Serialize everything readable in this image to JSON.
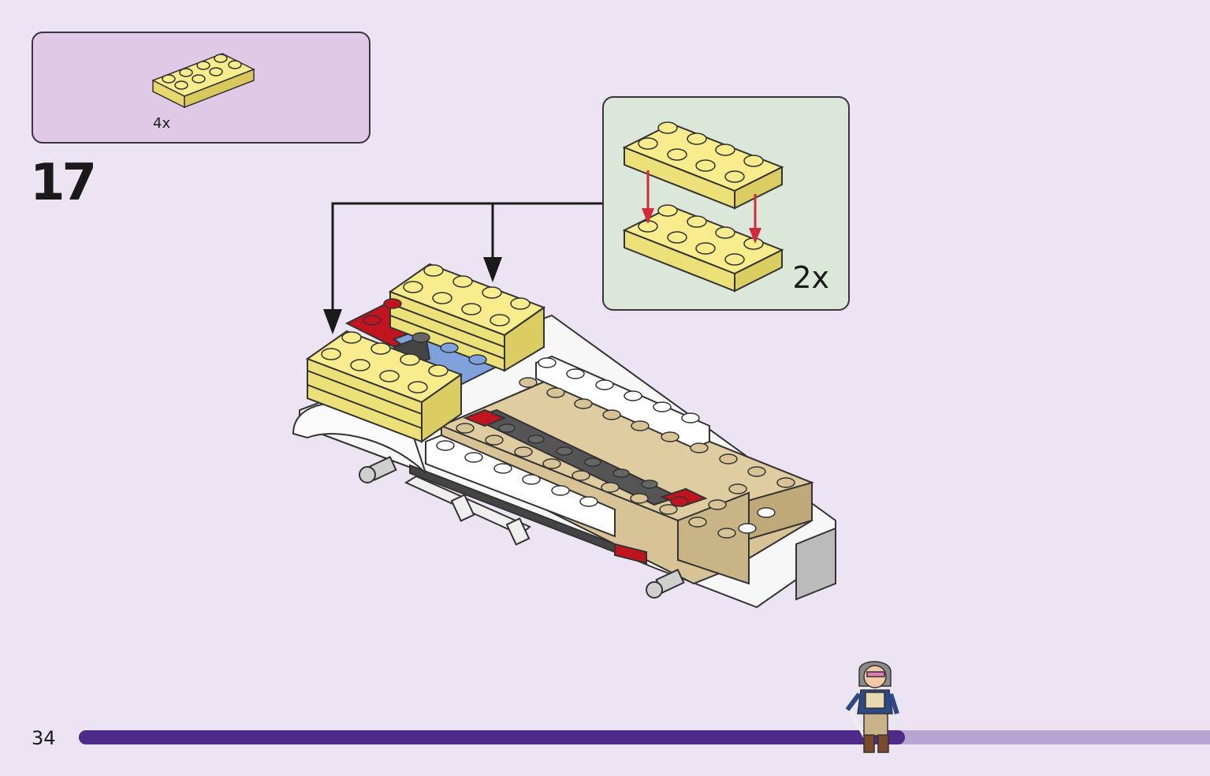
{
  "parts_list": {
    "quantity_label": "4x"
  },
  "step": {
    "number": "17"
  },
  "subassembly": {
    "quantity_label": "2x"
  },
  "footer": {
    "page_number": "34",
    "progress": 0.73
  },
  "colors": {
    "background": "#ede4f3",
    "parts_panel": "#dfc9e6",
    "subassembly_panel": "#dbe7d9",
    "brick_yellow": "#f8ec8c",
    "brick_tan": "#d7c395",
    "brick_red": "#c2141e",
    "brick_blue": "#7fa2dc",
    "progress_fill": "#4e2a8a",
    "progress_track": "#b9a5d2",
    "arrow_red": "#d32a3a"
  }
}
